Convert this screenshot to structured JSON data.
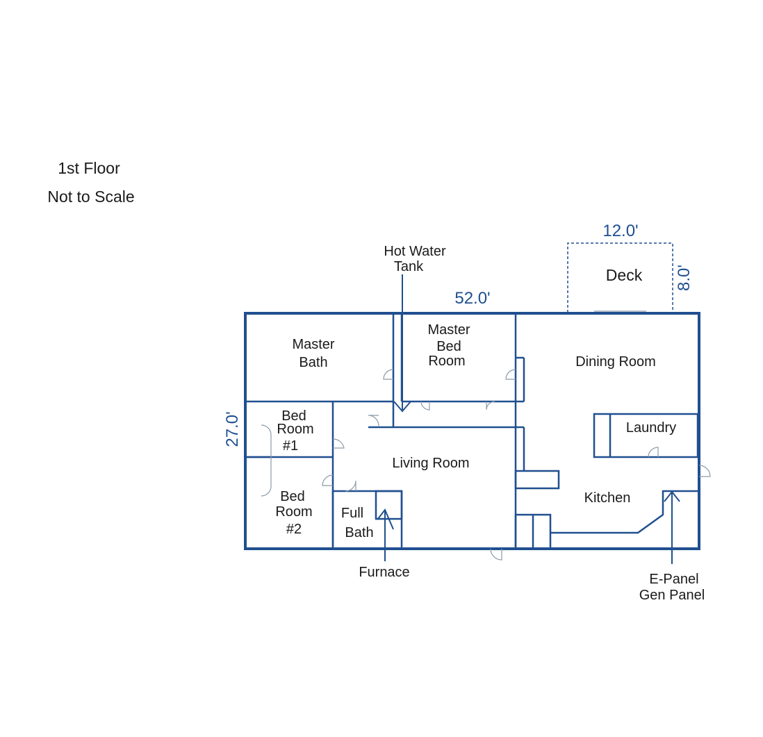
{
  "notes": {
    "floor": "1st Floor",
    "scale": "Not to Scale"
  },
  "dimensions": {
    "width": "52.0'",
    "depth": "27.0'",
    "deck_width": "12.0'",
    "deck_depth": "8.0'"
  },
  "rooms": {
    "master_bath": [
      "Master",
      "Bath"
    ],
    "master_bed": [
      "Master",
      "Bed",
      "Room"
    ],
    "dining": "Dining Room",
    "laundry": "Laundry",
    "bed1": [
      "Bed",
      "Room",
      "#1"
    ],
    "bed2": [
      "Bed",
      "Room",
      "#2"
    ],
    "living": "Living Room",
    "full_bath": [
      "Full",
      "Bath"
    ],
    "kitchen": "Kitchen",
    "deck": "Deck"
  },
  "callouts": {
    "hot_water": [
      "Hot Water",
      "Tank"
    ],
    "furnace": "Furnace",
    "panel": [
      "E-Panel",
      "Gen Panel"
    ]
  },
  "colors": {
    "wall": "#1f4f8f",
    "door": "#8c9aa8",
    "text": "#1a1a1a"
  }
}
